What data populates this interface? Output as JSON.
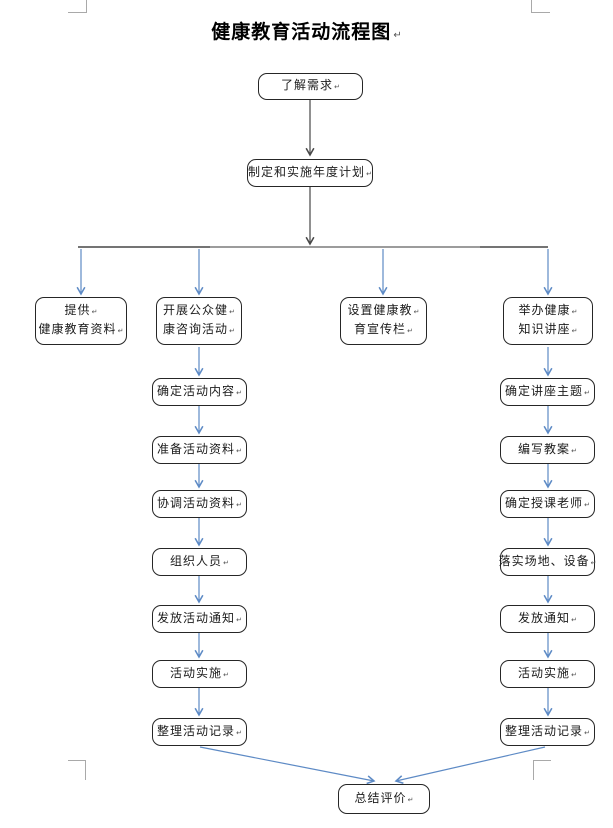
{
  "page": {
    "title": "健康教育活动流程图"
  },
  "flow": {
    "start": "了解需求",
    "plan": "制定和实施年度计划",
    "branches": [
      {
        "line1": "提供",
        "line2": "健康教育资料"
      },
      {
        "line1": "开展公众健",
        "line2": "康咨询活动"
      },
      {
        "line1": "设置健康教",
        "line2": "育宣传栏"
      },
      {
        "line1": "举办健康",
        "line2": "知识讲座"
      }
    ],
    "consult_steps": [
      "确定活动内容",
      "准备活动资料",
      "协调活动资料",
      "组织人员",
      "发放活动通知",
      "活动实施",
      "整理活动记录"
    ],
    "lecture_steps": [
      "确定讲座主题",
      "编写教案",
      "确定授课老师",
      "落实场地、设备",
      "发放通知",
      "活动实施",
      "整理活动记录"
    ],
    "end": "总结评价"
  },
  "colors": {
    "connector_blue": "#5d8ac5",
    "connector_dark": "#474747",
    "line_gray": "#9a9a9a",
    "crop_mark_gray": "#a9a9a9",
    "box_border": "#262626"
  }
}
